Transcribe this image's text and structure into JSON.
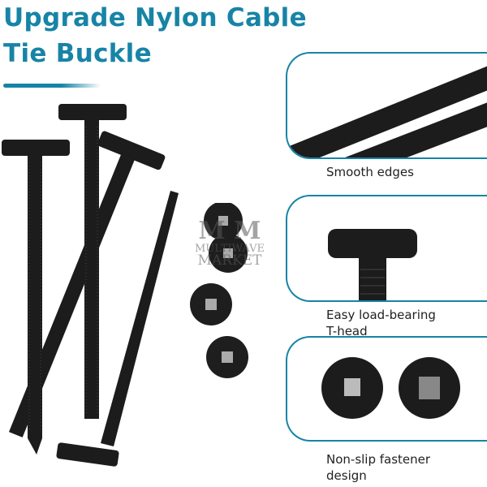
{
  "title_line1": "Upgrade Nylon Cable",
  "title_line2": "Tie Buckle",
  "features": [
    {
      "label": "Smooth edges"
    },
    {
      "label_line1": "Easy load-bearing",
      "label_line2": "T-head"
    },
    {
      "label_line1": "Non-slip fastener",
      "label_line2": "design"
    }
  ],
  "watermark": {
    "line1": "M M",
    "line2": "MULTIWAVE",
    "line3": "MARKET"
  },
  "colors": {
    "accent": "#1784a6",
    "tie": "#1c1c1c"
  }
}
